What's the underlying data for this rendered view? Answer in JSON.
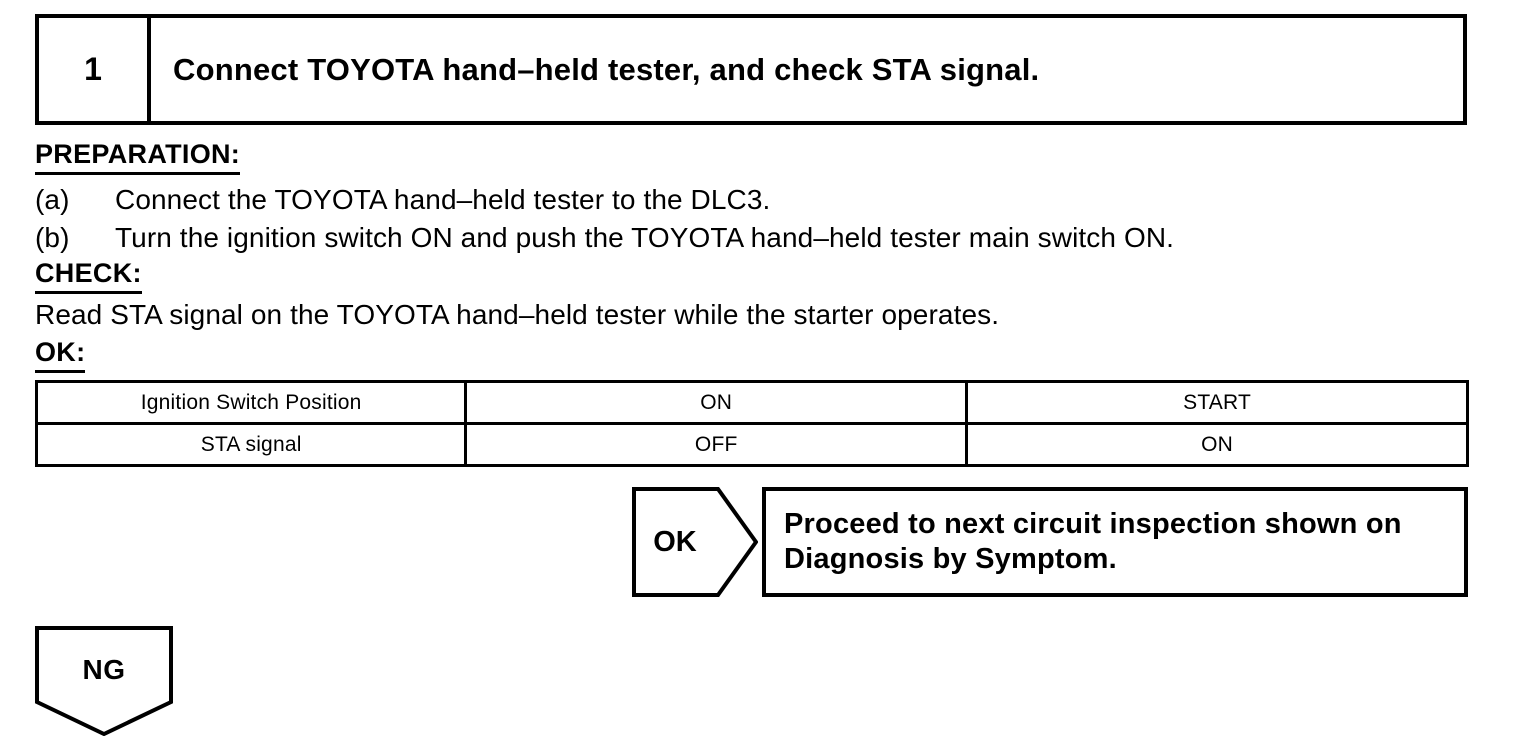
{
  "step": {
    "number": "1",
    "title": "Connect TOYOTA hand–held tester, and check STA signal."
  },
  "sections": {
    "preparation": {
      "heading": "PREPARATION:",
      "items": [
        {
          "label": "(a)",
          "text": "Connect the TOYOTA hand–held tester to the DLC3."
        },
        {
          "label": "(b)",
          "text": "Turn the ignition switch ON and push the TOYOTA hand–held tester main switch ON."
        }
      ]
    },
    "check": {
      "heading": "CHECK:",
      "text": "Read STA signal on the TOYOTA hand–held tester while the starter operates."
    },
    "ok_heading": "OK:"
  },
  "table": {
    "rows": [
      {
        "c1": "Ignition Switch Position",
        "c2": "ON",
        "c3": "START"
      },
      {
        "c1": "STA signal",
        "c2": "OFF",
        "c3": "ON"
      }
    ]
  },
  "decision": {
    "ok_label": "OK",
    "ok_action": "Proceed to next circuit inspection shown on Diagnosis by Symptom.",
    "ng_label": "NG"
  },
  "colors": {
    "ink": "#000000",
    "paper": "#ffffff"
  }
}
